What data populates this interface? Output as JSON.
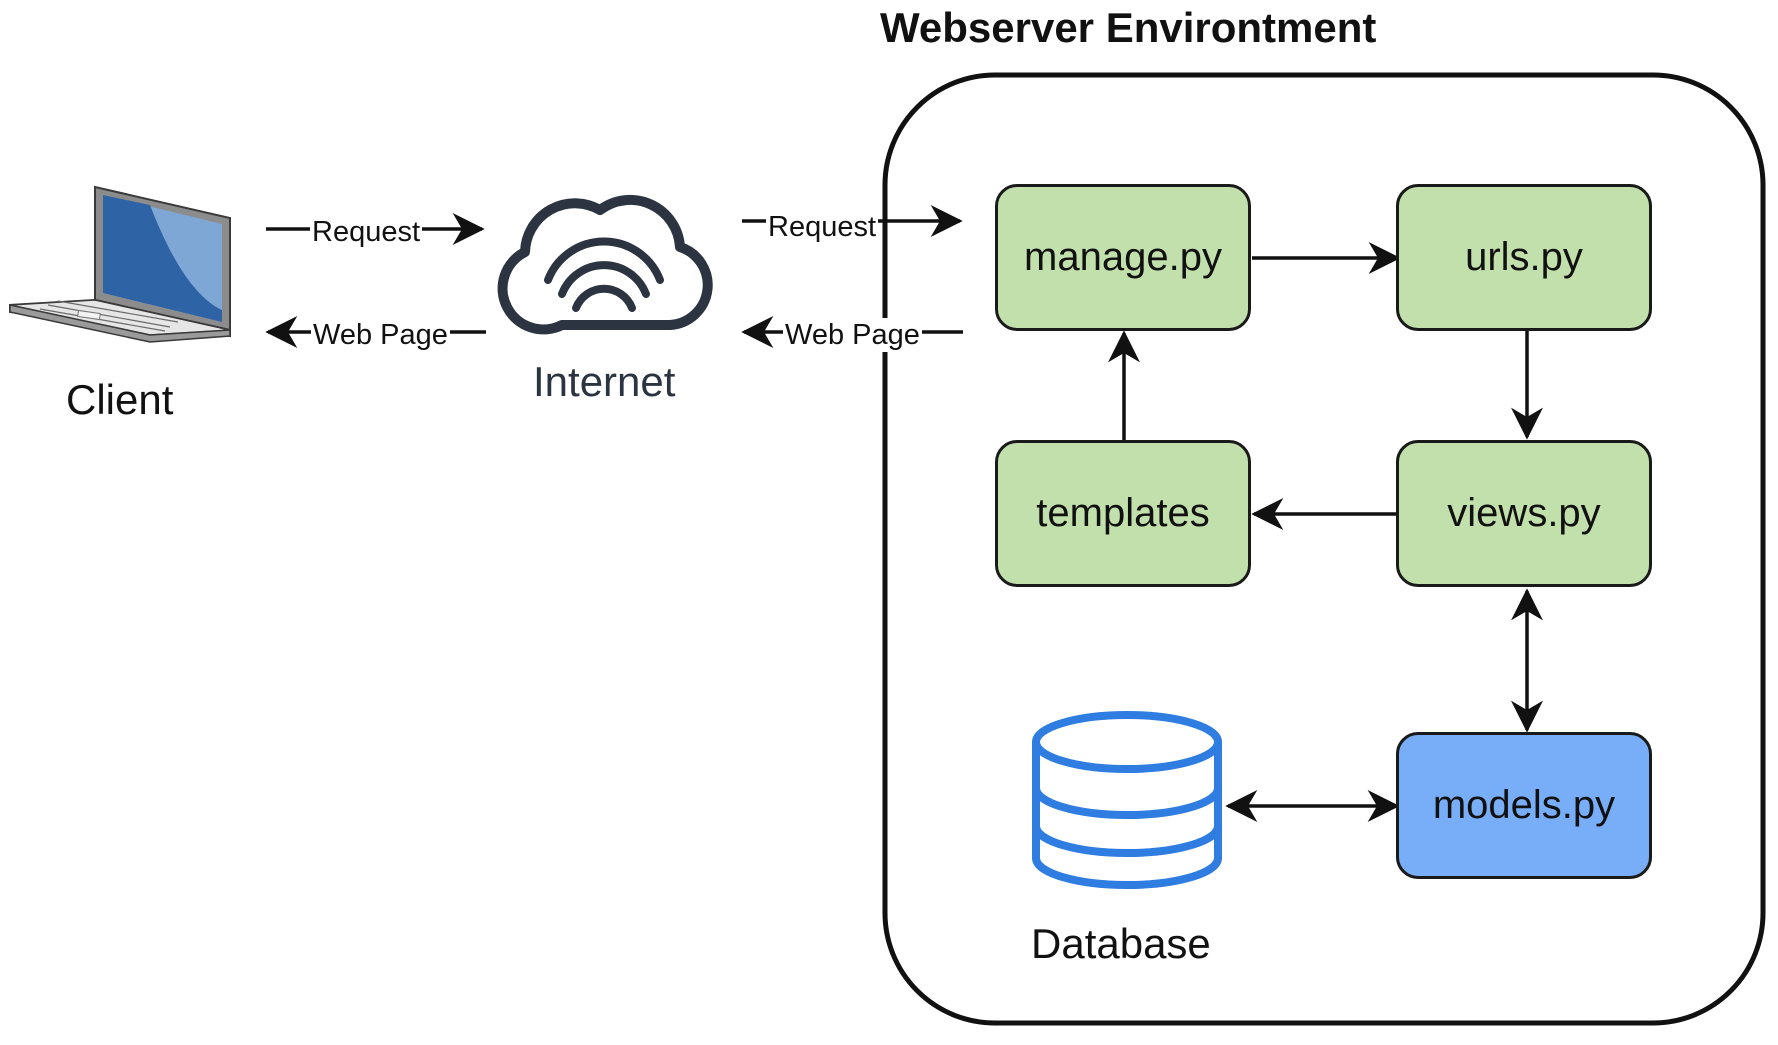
{
  "title": "Webserver Environtment",
  "nodes": {
    "client": "Client",
    "internet": "Internet",
    "manage": "manage.py",
    "urls": "urls.py",
    "templates": "templates",
    "views": "views.py",
    "models": "models.py",
    "database": "Database"
  },
  "edges": {
    "client_request": "Request",
    "client_webpage": "Web Page",
    "internet_request": "Request",
    "internet_webpage": "Web Page"
  },
  "colors": {
    "file_node_fill": "#c2e0ac",
    "models_fill": "#78aef7",
    "database_stroke": "#2f7de1",
    "laptop_screen": "#2e64a6",
    "cloud_stroke": "#2b3440"
  },
  "icons": {
    "client": "laptop-icon",
    "internet": "cloud-wifi-icon",
    "database": "database-icon"
  }
}
